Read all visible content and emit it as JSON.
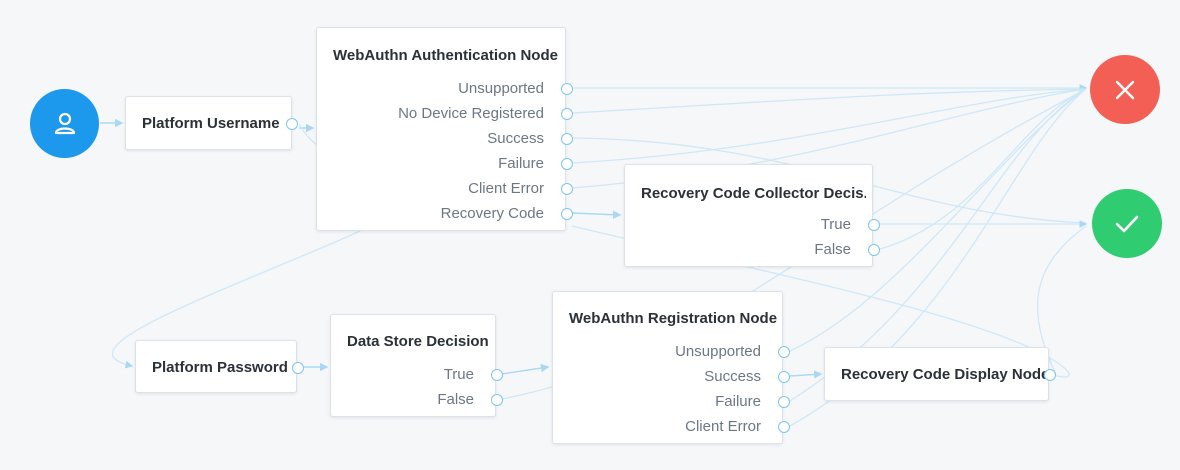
{
  "start": {
    "icon": "user-icon",
    "color": "#1c98ec"
  },
  "failure_end": {
    "icon": "close-icon",
    "color": "#f35f55"
  },
  "success_end": {
    "icon": "check-icon",
    "color": "#2fcc71"
  },
  "nodes": {
    "platform_username": {
      "title": "Platform Username",
      "outcomes": []
    },
    "webauthn_auth": {
      "title": "WebAuthn Authentication Node",
      "outcomes": [
        "Unsupported",
        "No Device Registered",
        "Success",
        "Failure",
        "Client Error",
        "Recovery Code"
      ]
    },
    "recovery_collector": {
      "title": "Recovery Code Collector Decis...",
      "outcomes": [
        "True",
        "False"
      ]
    },
    "platform_password": {
      "title": "Platform Password",
      "outcomes": []
    },
    "data_store": {
      "title": "Data Store Decision",
      "outcomes": [
        "True",
        "False"
      ]
    },
    "webauthn_reg": {
      "title": "WebAuthn Registration Node",
      "outcomes": [
        "Unsupported",
        "Success",
        "Failure",
        "Client Error"
      ]
    },
    "recovery_display": {
      "title": "Recovery Code Display Node",
      "outcomes": []
    }
  },
  "colors": {
    "wire": "#cfe8f8",
    "port": "#7cc5ef"
  }
}
